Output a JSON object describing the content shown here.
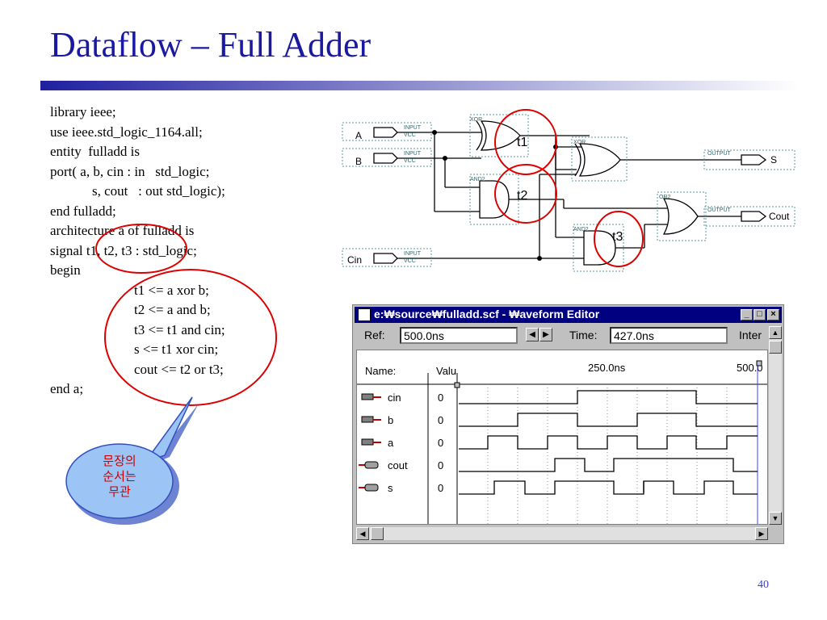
{
  "slide": {
    "title": "Dataflow – Full Adder",
    "page_number": "40",
    "accent_color": "#1a1aa0"
  },
  "code": {
    "lines": [
      "library ieee;",
      "use ieee.std_logic_1164.all;",
      "entity  fulladd is",
      "port( a, b, cin : in   std_logic;",
      "s, cout   : out std_logic);",
      "end fulladd;",
      "architecture a of fulladd is",
      "signal t1, t2, t3 : std_logic;",
      "begin",
      "t1 <= a xor b;",
      "t2 <= a and b;",
      "t3 <= t1 and cin;",
      "s <= t1 xor cin;",
      "cout <= t2 or t3;",
      "end a;"
    ]
  },
  "callout": {
    "lines": [
      "문장의",
      "순서는",
      "무관"
    ],
    "color": "#cc0000"
  },
  "circuit": {
    "inputs": [
      "A",
      "B",
      "Cin"
    ],
    "outputs": [
      "S",
      "Cout"
    ],
    "port_input_label": "INPUT",
    "port_vcc_label": "VCC",
    "port_output_label": "OUTPUT",
    "gate_xor_label": "XOR",
    "gate_and_label": "AND2",
    "gate_or_label": "OR2",
    "signals": [
      "t1",
      "t2",
      "t3"
    ],
    "highlight_color": "#dd0000"
  },
  "waveform_editor": {
    "title": "e:₩source₩fulladd.scf - ₩aveform Editor",
    "ref_label": "Ref:",
    "ref_value": "500.0ns",
    "time_label": "Time:",
    "time_value": "427.0ns",
    "interval_label": "Inter",
    "name_header": "Name:",
    "value_header": "Valu",
    "time_marker_1": "250.0ns",
    "time_marker_2": "500.0",
    "signals": [
      {
        "name": "cin",
        "value": "0",
        "kind": "input"
      },
      {
        "name": "b",
        "value": "0",
        "kind": "input"
      },
      {
        "name": "a",
        "value": "0",
        "kind": "input"
      },
      {
        "name": "cout",
        "value": "0",
        "kind": "output"
      },
      {
        "name": "s",
        "value": "0",
        "kind": "output"
      }
    ]
  }
}
